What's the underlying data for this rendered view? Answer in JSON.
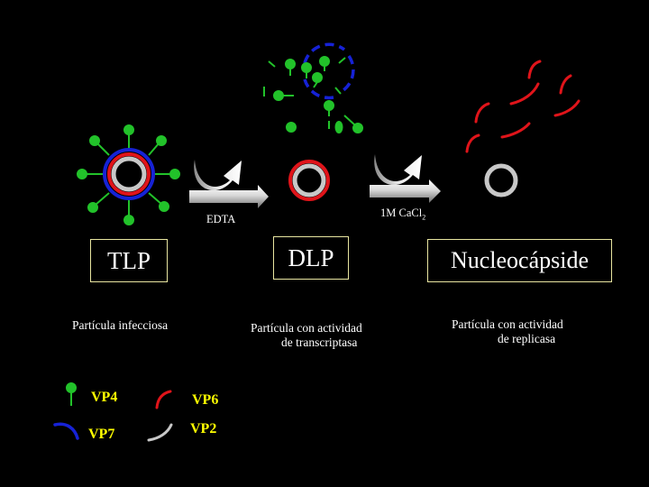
{
  "stages": [
    {
      "label": "TLP",
      "description": [
        "Partícula infecciosa"
      ]
    },
    {
      "label": "DLP",
      "description": [
        "Partícula con actividad",
        "de transcriptasa"
      ]
    },
    {
      "label": "Nucleocápside",
      "description": [
        "Partícula con actividad",
        "de replicasa"
      ]
    }
  ],
  "transitions": [
    {
      "reagent": "EDTA"
    },
    {
      "reagent_main": "1M CaCl",
      "reagent_sub": "2"
    }
  ],
  "legend": [
    {
      "protein": "VP4",
      "icon": "green-dot-spike-icon"
    },
    {
      "protein": "VP6",
      "icon": "red-arc-icon"
    },
    {
      "protein": "VP7",
      "icon": "blue-arc-icon"
    },
    {
      "protein": "VP2",
      "icon": "gray-arc-icon"
    }
  ],
  "colors": {
    "background": "#000000",
    "vp4": "#22c22a",
    "vp6": "#e0141a",
    "vp7": "#1622d6",
    "vp2": "#c8c8c8",
    "label_text": "#ffff00",
    "box_border": "#e8e5a0"
  }
}
